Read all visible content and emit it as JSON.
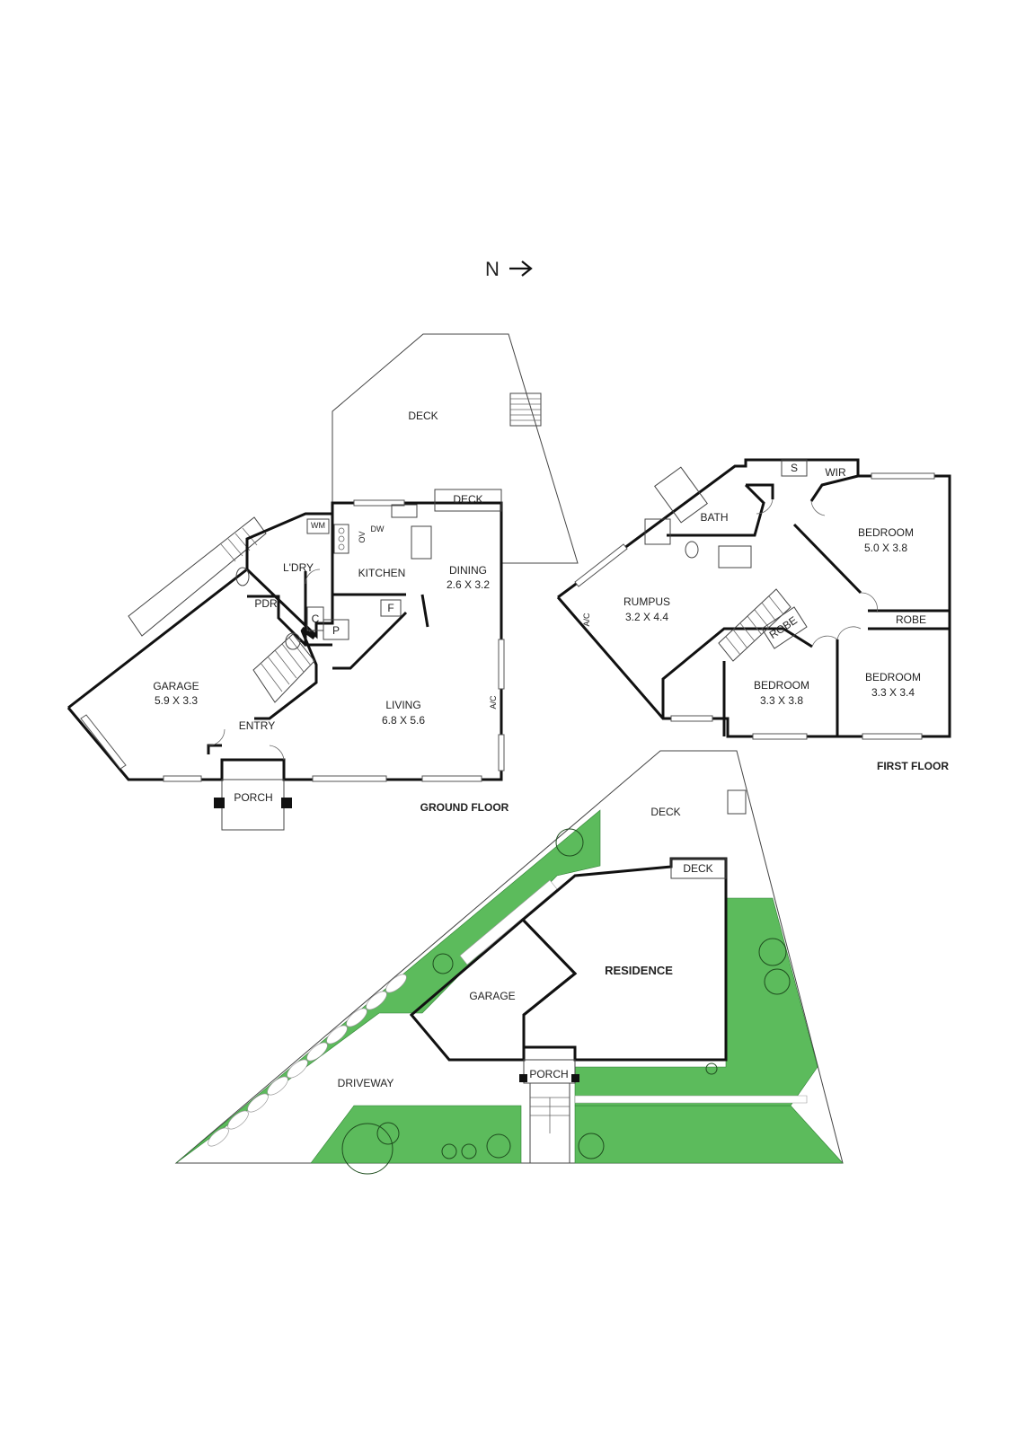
{
  "north": {
    "label": "N",
    "arrow": "→"
  },
  "ground_floor": {
    "caption": "GROUND FLOOR",
    "rooms": {
      "deck_top": {
        "name": "DECK"
      },
      "deck_small": {
        "name": "DECK"
      },
      "garage": {
        "name": "GARAGE",
        "size": "5.9 X 3.3"
      },
      "pdr": {
        "name": "PDR"
      },
      "laundry": {
        "name": "L'DRY"
      },
      "kitchen": {
        "name": "KITCHEN"
      },
      "dining": {
        "name": "DINING",
        "size": "2.6 X 3.2"
      },
      "living": {
        "name": "LIVING",
        "size": "6.8 X 5.6"
      },
      "entry": {
        "name": "ENTRY"
      },
      "porch": {
        "name": "PORCH"
      }
    },
    "fixtures": {
      "wm": "WM",
      "ov": "OV",
      "dw": "DW",
      "c": "C",
      "p": "P",
      "f": "F",
      "ac": "A/C"
    }
  },
  "first_floor": {
    "caption": "FIRST FLOOR",
    "rooms": {
      "bath": {
        "name": "BATH"
      },
      "s": {
        "name": "S"
      },
      "wir": {
        "name": "WIR"
      },
      "bedroom_main": {
        "name": "BEDROOM",
        "size": "5.0 X 3.8"
      },
      "rumpus": {
        "name": "RUMPUS",
        "size": "3.2 X 4.4"
      },
      "robe_right": {
        "name": "ROBE"
      },
      "robe_stair": {
        "name": "ROBE"
      },
      "bedroom_mid": {
        "name": "BEDROOM",
        "size": "3.3 X 3.8"
      },
      "bedroom_right": {
        "name": "BEDROOM",
        "size": "3.3 X 3.4"
      }
    },
    "fixtures": {
      "ac": "A/C"
    }
  },
  "site_plan": {
    "deck": "DECK",
    "deck_small": "DECK",
    "residence": "RESIDENCE",
    "garage": "GARAGE",
    "driveway": "DRIVEWAY",
    "porch": "PORCH"
  },
  "colors": {
    "grass": "#5cbb5c",
    "wall": "#111111"
  }
}
